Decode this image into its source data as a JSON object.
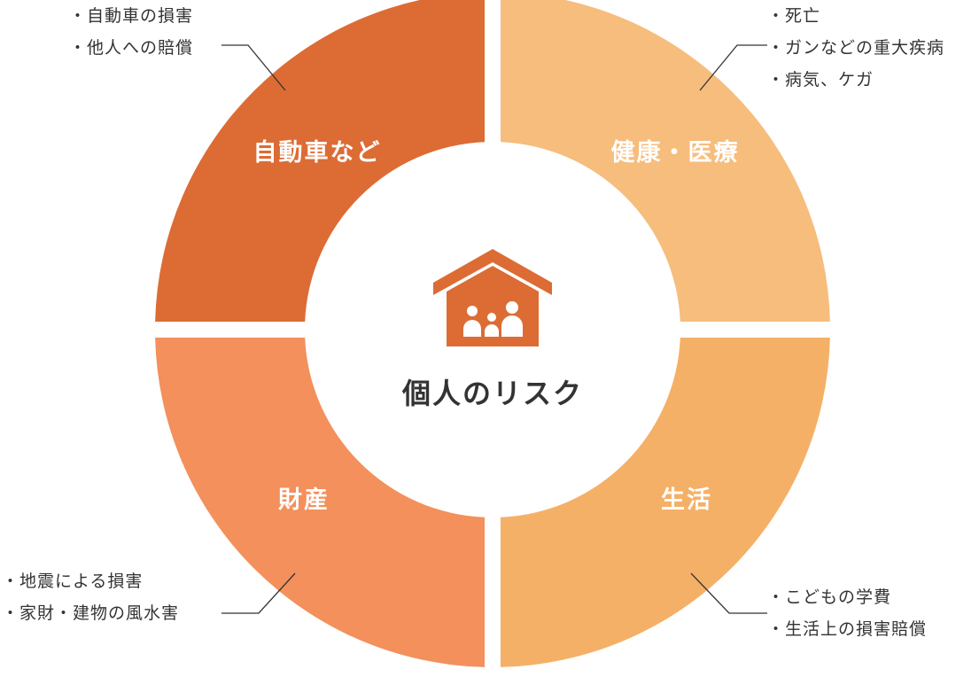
{
  "colors": {
    "car": "#dc6c34",
    "health": "#f6bd7c",
    "property": "#f3905c",
    "life": "#f5b067",
    "house": "#dc6c34",
    "text": "#333333"
  },
  "center": {
    "label": "個人のリスク",
    "icon": "house-family-icon"
  },
  "segments": {
    "car": {
      "label": "自動車など",
      "items": [
        "・自動車の損害",
        "・他人への賠償"
      ]
    },
    "health": {
      "label": "健康・医療",
      "items": [
        "・死亡",
        "・ガンなどの重大疾病",
        "・病気、ケガ"
      ]
    },
    "property": {
      "label": "財産",
      "items": [
        "・地震による損害",
        "・家財・建物の風水害"
      ]
    },
    "life": {
      "label": "生活",
      "items": [
        "・こどもの学費",
        "・生活上の損害賠償"
      ]
    }
  }
}
